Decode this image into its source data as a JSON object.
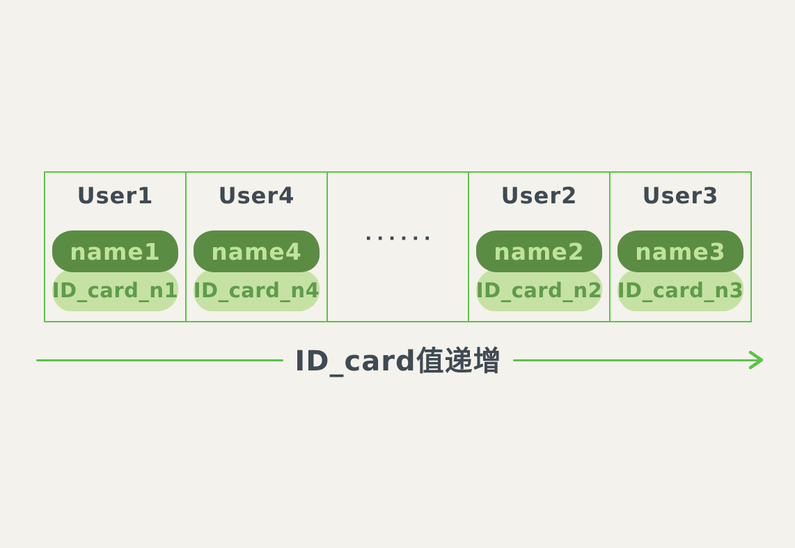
{
  "cells": [
    {
      "title": "User1",
      "name": "name1",
      "id_card": "ID_card_n1"
    },
    {
      "title": "User4",
      "name": "name4",
      "id_card": "ID_card_n4"
    },
    {
      "ellipsis": "······"
    },
    {
      "title": "User2",
      "name": "name2",
      "id_card": "ID_card_n2"
    },
    {
      "title": "User3",
      "name": "name3",
      "id_card": "ID_card_n3"
    }
  ],
  "arrow": {
    "label": "ID_card值递增"
  },
  "icons": {
    "arrowhead": "right-chevron"
  },
  "colors": {
    "bg": "#f4f2ec",
    "line_green": "#5cc349",
    "pill_dark": "#5b8c43",
    "pill_dark_text": "#bfe39a",
    "pill_light": "#c5e2a4",
    "pill_light_text": "#5f9b4a",
    "ink": "#3f4a52"
  }
}
